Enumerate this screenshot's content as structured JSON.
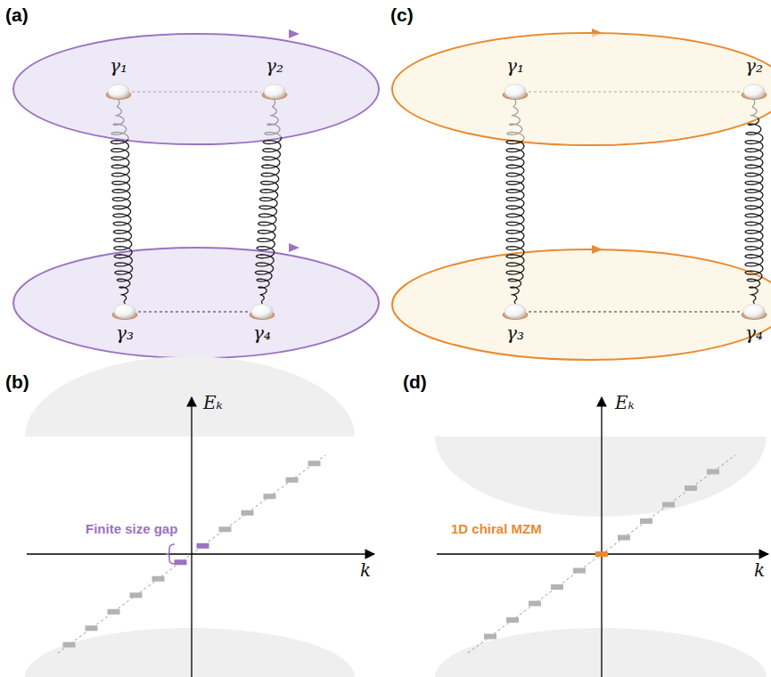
{
  "diagram": {
    "nodes": [
      {
        "text": [
          "γ₁"
        ]
      },
      {
        "text": [
          "γ₂"
        ]
      },
      {
        "text": [
          "γ₃"
        ]
      },
      {
        "text": [
          "γ₄"
        ]
      },
      {
        "text": [
          "γ₁"
        ]
      },
      {
        "text": [
          "γ₂"
        ]
      },
      {
        "text": [
          "γ₃"
        ]
      },
      {
        "text": [
          "γ₄"
        ]
      }
    ],
    "edges": [
      {
        "from": 0,
        "to": 1,
        "arrow": "none"
      },
      {
        "from": 2,
        "to": 3,
        "arrow": "none"
      },
      {
        "from": 0,
        "to": 2,
        "arrow": "none"
      },
      {
        "from": 1,
        "to": 3,
        "arrow": "none"
      },
      {
        "from": 4,
        "to": 5,
        "arrow": "none"
      },
      {
        "from": 6,
        "to": 7,
        "arrow": "none"
      },
      {
        "from": 4,
        "to": 6,
        "arrow": "none"
      },
      {
        "from": 5,
        "to": 7,
        "arrow": "none"
      }
    ],
    "labels": [
      "(a)",
      "(c)",
      "(b)",
      "(d)",
      "Eₖ",
      "k",
      "Finite size gap",
      "Eₖ",
      "k",
      "1D chiral MZM"
    ]
  }
}
